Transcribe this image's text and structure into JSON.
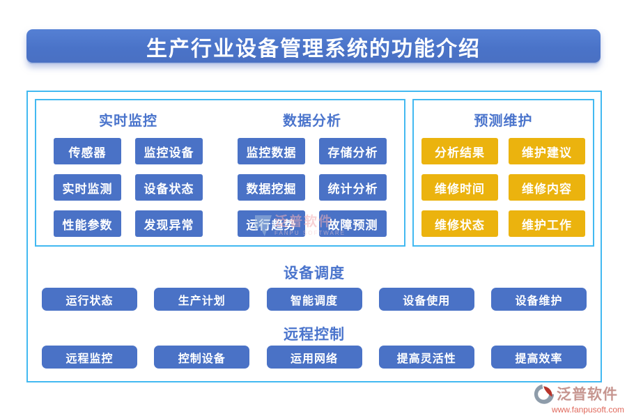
{
  "title": "生产行业设备管理系统的功能介绍",
  "colors": {
    "title_bar_blue": "#4a73c8",
    "button_blue": "#4a72c6",
    "button_gold": "#ebb30e",
    "border_cyan": "#42b9f1",
    "header_text_blue": "#4a74cc",
    "logo_text": "#c6958f",
    "logo_url_red": "#e0695c"
  },
  "sections": {
    "realtime": {
      "label": "实时监控",
      "items": [
        "传感器",
        "监控设备",
        "实时监测",
        "设备状态",
        "性能参数",
        "发现异常"
      ]
    },
    "analysis": {
      "label": "数据分析",
      "items": [
        "监控数据",
        "存储分析",
        "数据挖掘",
        "统计分析",
        "运行趋势",
        "故障预测"
      ]
    },
    "predict": {
      "label": "预测维护",
      "items": [
        "分析结果",
        "维护建议",
        "维修时间",
        "维修内容",
        "维修状态",
        "维护工作"
      ]
    },
    "dispatch": {
      "label": "设备调度",
      "items": [
        "运行状态",
        "生产计划",
        "智能调度",
        "设备使用",
        "设备维护"
      ]
    },
    "remote": {
      "label": "远程控制",
      "items": [
        "远程监控",
        "控制设备",
        "运用网络",
        "提高灵活性",
        "提高效率"
      ]
    }
  },
  "watermark": {
    "text": "泛普软件",
    "subtext": "FANPU SOFTWARE"
  },
  "logo": {
    "name": "泛普软件",
    "url": "www.fanpusoft.com"
  }
}
